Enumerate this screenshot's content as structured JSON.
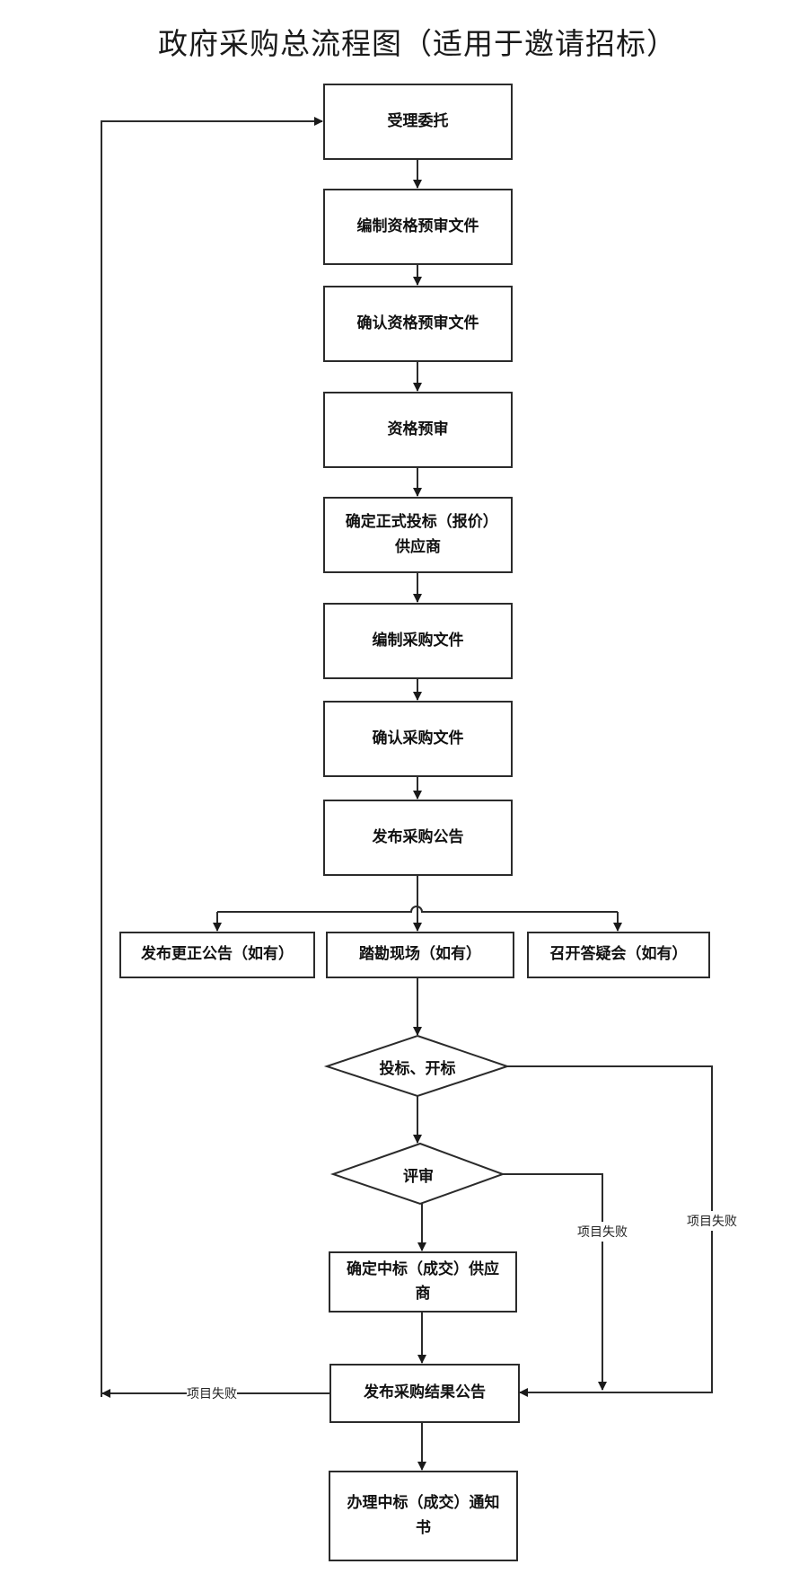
{
  "title": "政府采购总流程图（适用于邀请招标）",
  "nodes": {
    "n1": "受理委托",
    "n2": "编制资格预审文件",
    "n3": "确认资格预审文件",
    "n4": "资格预审",
    "n5": "确定正式投标（报价）供应商",
    "n6": "编制采购文件",
    "n7": "确认采购文件",
    "n8": "发布采购公告",
    "b1": "发布更正公告（如有）",
    "b2": "踏勘现场（如有）",
    "b3": "召开答疑会（如有）",
    "d1": "投标、开标",
    "d2": "评审",
    "n9": "确定中标（成交）供应商",
    "n10": "发布采购结果公告",
    "n11": "办理中标（成交）通知书"
  },
  "edge_labels": {
    "fail_review": "项目失败",
    "fail_bid": "项目失败",
    "fail_result": "项目失败"
  },
  "colors": {
    "line": "#2b2b2b",
    "text": "#111111"
  }
}
